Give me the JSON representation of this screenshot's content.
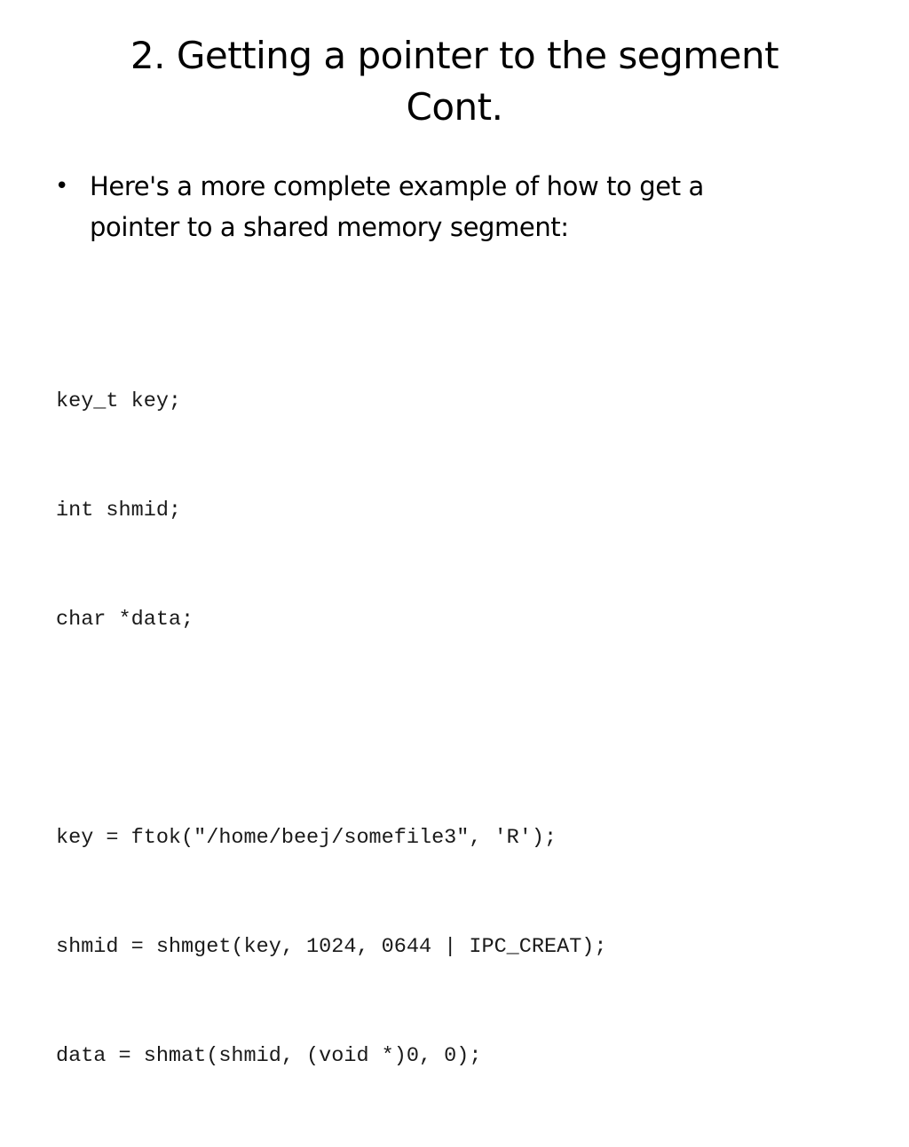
{
  "slide": {
    "title_lines": [
      "2. Getting a pointer to the segment",
      "Cont."
    ],
    "bullets": [
      {
        "marker": "•",
        "text_lines": [
          "Here's a more complete example of how to get a",
          "pointer to a shared memory segment:"
        ]
      }
    ],
    "code_lines": [
      "key_t key;",
      "int shmid;",
      "char *data;",
      "",
      "key = ftok(\"/home/beej/somefile3\", 'R');",
      "shmid = shmget(key, 1024, 0644 | IPC_CREAT);",
      "data = shmat(shmid, (void *)0, 0);"
    ]
  }
}
